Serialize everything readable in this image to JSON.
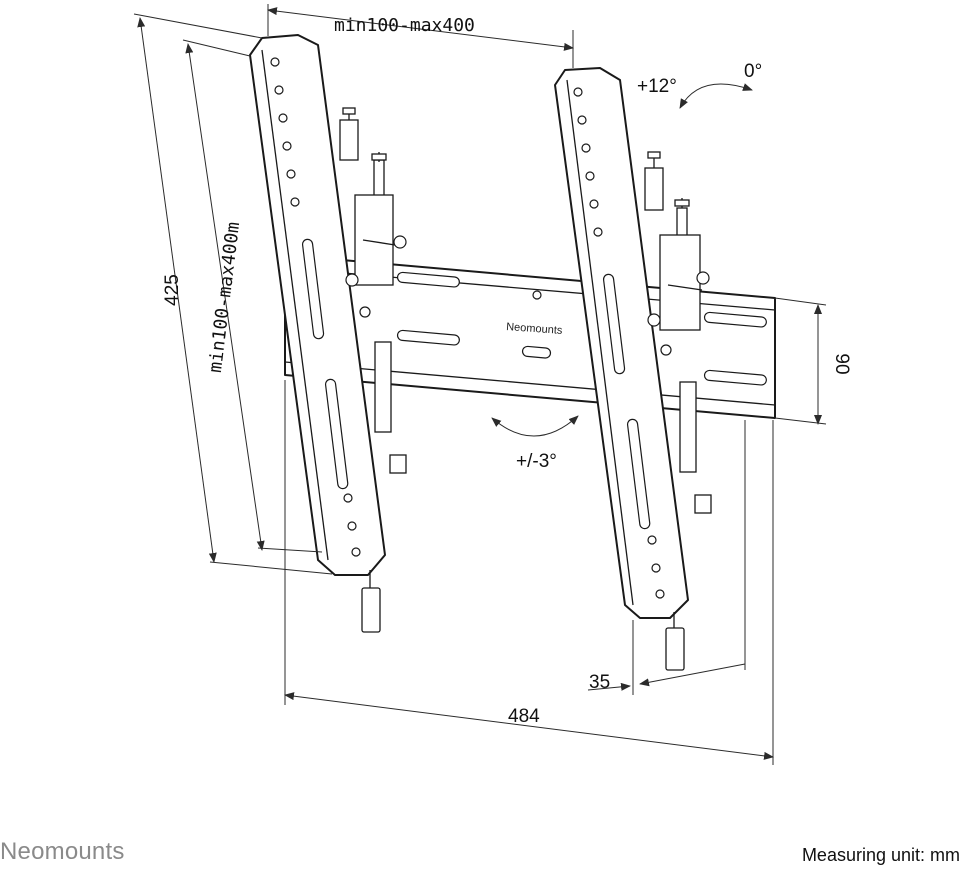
{
  "dimensions": {
    "vesa_horizontal": "min100-max400",
    "vesa_vertical": "min100-max400m",
    "height": "425",
    "rail_height": "90",
    "wall_distance": "35",
    "width": "484"
  },
  "angles": {
    "tilt_up": "+12°",
    "tilt_zero": "0°",
    "level_adjust": "+/-3°"
  },
  "product": {
    "rail_logo": "Neomounts"
  },
  "footer": {
    "brand": "Neomounts",
    "measuring_unit": "Measuring unit: mm"
  }
}
